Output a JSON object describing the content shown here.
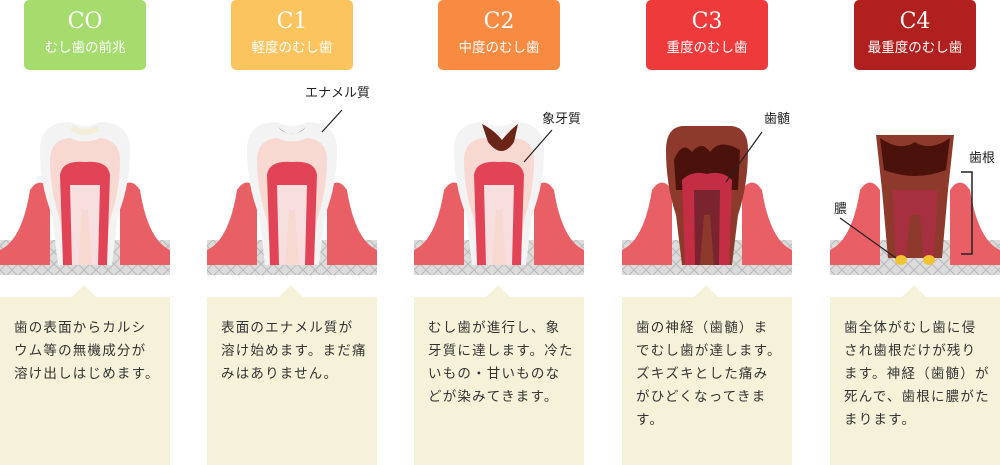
{
  "stages": [
    {
      "code": "CO",
      "name": "むし歯の前兆",
      "color": "#a6dc6e",
      "text": "歯の表面からカルシウム等の無機成分が溶け出しはじめます。"
    },
    {
      "code": "C1",
      "name": "軽度のむし歯",
      "color": "#fbc45f",
      "text": "表面のエナメル質が溶け始めます。まだ痛みはありません。"
    },
    {
      "code": "C2",
      "name": "中度のむし歯",
      "color": "#f88a41",
      "text": "むし歯が進行し、象牙質に達します。冷たいもの・甘いものなどが染みてきます。"
    },
    {
      "code": "C3",
      "name": "重度のむし歯",
      "color": "#ee3a3a",
      "text": "歯の神経（歯髄）までむし歯が達します。ズキズキとした痛みがひどくなってきます。"
    },
    {
      "code": "C4",
      "name": "最重度のむし歯",
      "color": "#b0201e",
      "text": "歯全体がむし歯に侵され歯根だけが残ります。神経（歯髄）が死んで、歯根に膿がたまります。"
    }
  ],
  "labels": {
    "enamel": "エナメル質",
    "dentin": "象牙質",
    "pulp": "歯髄",
    "root": "歯根",
    "pus": "膿"
  }
}
